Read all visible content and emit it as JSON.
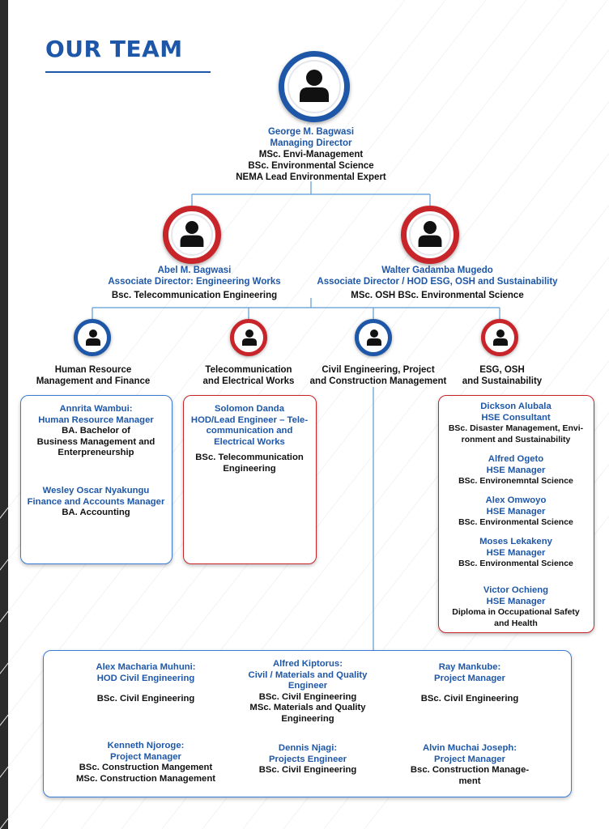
{
  "title": "OUR TEAM",
  "colors": {
    "brand_blue": "#1e57a8",
    "accent_red": "#c8252b",
    "spine": "#2b2b2b"
  },
  "icons": {
    "avatar": "person-icon"
  },
  "md": {
    "name": "George M. Bagwasi",
    "role": "Managing Director",
    "q1": "MSc. Envi-Management",
    "q2": "BSc. Environmental Science",
    "q3": "NEMA Lead Environmental Expert"
  },
  "ad1": {
    "name": "Abel M. Bagwasi",
    "role": "Associate Director: Engineering Works",
    "q1": "Bsc. Telecommunication Engineering"
  },
  "ad2": {
    "name": "Walter Gadamba Mugedo",
    "role": "Associate Director / HOD ESG, OSH and Sustainability",
    "q1": "MSc. OSH BSc. Environmental Science"
  },
  "departments": [
    {
      "l1": "Human Resource",
      "l2": "Management and Finance"
    },
    {
      "l1": "Telecommunication",
      "l2": "and Electrical Works"
    },
    {
      "l1": "Civil Engineering, Project",
      "l2": "and Construction Management"
    },
    {
      "l1": "ESG, OSH",
      "l2": "and Sustainability"
    }
  ],
  "hr": [
    {
      "name": "Annrita Wambui:",
      "role": "Human Resource Manager",
      "q1": "BA. Bachelor of",
      "q2": "Business Management and",
      "q3": "Enterpreneurship"
    },
    {
      "name": "Wesley Oscar Nyakungu",
      "role": "Finance and Accounts Manager",
      "q1": "BA. Accounting"
    }
  ],
  "tele": {
    "name": "Solomon Danda",
    "r1": "HOD/Lead Engineer – Tele-",
    "r2": "communication and",
    "r3": "Electrical Works",
    "q1": "BSc. Telecommunication",
    "q2": "Engineering"
  },
  "esg": [
    {
      "name": "Dickson Alubala",
      "role": "HSE Consultant",
      "q1": "BSc. Disaster Management, Envi-",
      "q2": "ronment and Sustainability"
    },
    {
      "name": "Alfred Ogeto",
      "role": "HSE Manager",
      "q1": "BSc. Environemntal Science"
    },
    {
      "name": "Alex Omwoyo",
      "role": "HSE Manager",
      "q1": "BSc. Environmental Science"
    },
    {
      "name": "Moses Lekakeny",
      "role": "HSE Manager",
      "q1": "BSc. Environmental Science"
    },
    {
      "name": "Victor Ochieng",
      "role": "HSE Manager",
      "q1": "Diploma in Occupational Safety",
      "q2": "and Health"
    }
  ],
  "civil": [
    {
      "name": "Alex Macharia Muhuni:",
      "role": "HOD Civil Engineering",
      "q1": "BSc. Civil Engineering"
    },
    {
      "name": "Alfred Kiptorus:",
      "r1": "Civil / Materials and Quality",
      "r2": "Engineer",
      "q1": "BSc. Civil Engineering",
      "q2": "MSc. Materials and Quality",
      "q3": "Engineering"
    },
    {
      "name": "Ray Mankube:",
      "role": "Project Manager",
      "q1": "BSc. Civil Engineering"
    },
    {
      "name": "Kenneth Njoroge:",
      "role": "Project Manager",
      "q1": "BSc. Construction Mangement",
      "q2": "MSc. Construction Management"
    },
    {
      "name": "Dennis Njagi:",
      "role": "Projects Engineer",
      "q1": "BSc. Civil Engineering"
    },
    {
      "name": "Alvin Muchai Joseph:",
      "role": "Project Manager",
      "q1": "Bsc. Construction Manage-",
      "q2": "ment"
    }
  ]
}
